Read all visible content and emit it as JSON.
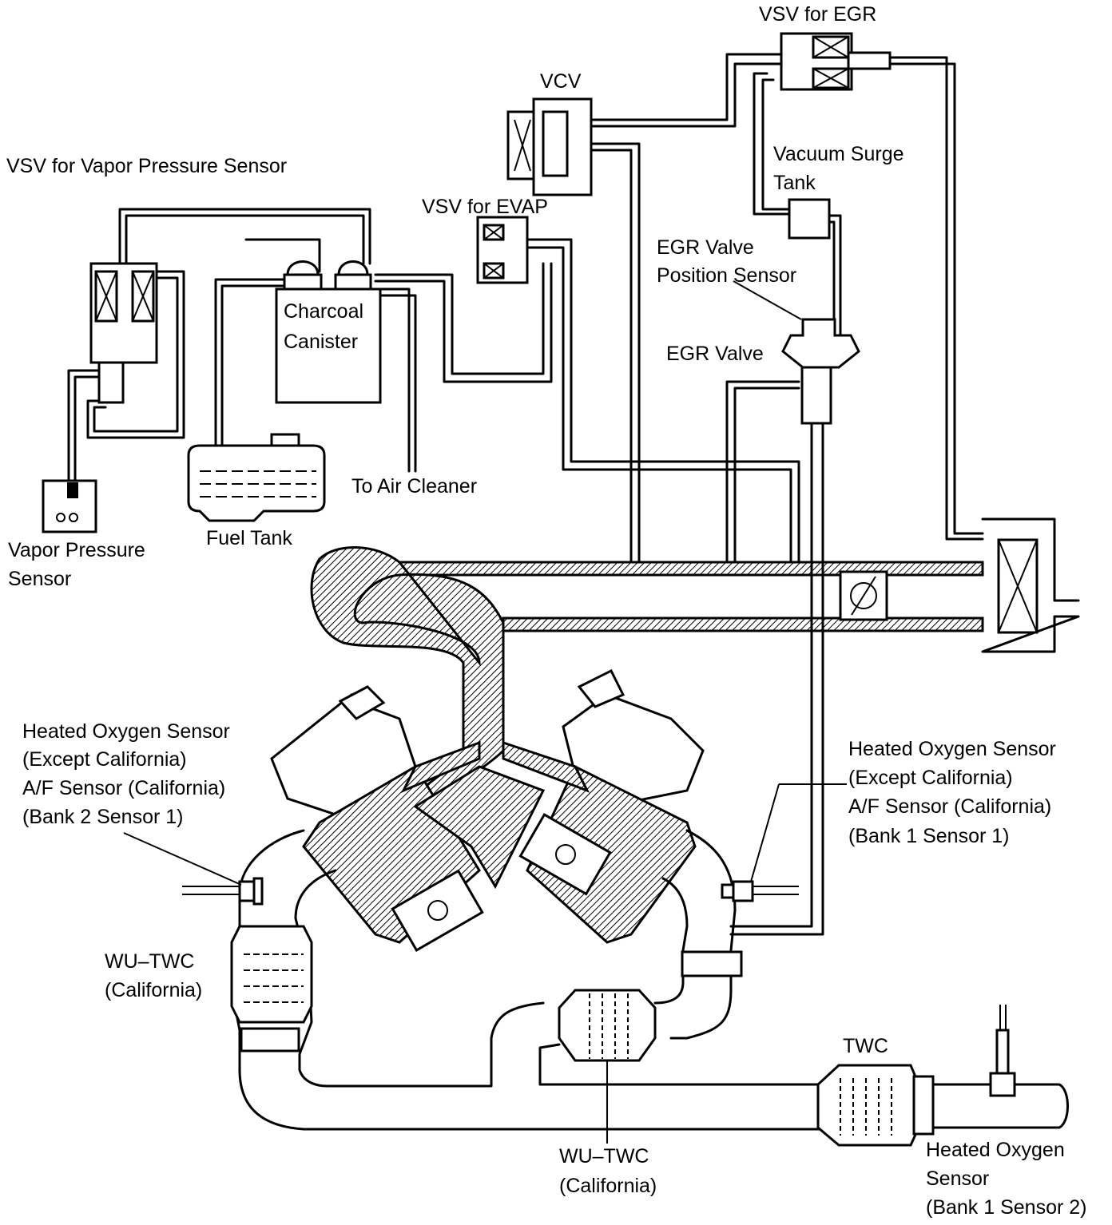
{
  "labels": {
    "vsv_egr": "VSV for EGR",
    "vcv": "VCV",
    "vsv_vapor": "VSV for Vapor Pressure Sensor",
    "vacuum_surge_1": "Vacuum Surge",
    "vacuum_surge_2": "Tank",
    "vsv_evap": "VSV for EVAP",
    "egr_pos_1": "EGR Valve",
    "egr_pos_2": "Position Sensor",
    "charcoal_1": "Charcoal",
    "charcoal_2": "Canister",
    "egr_valve": "EGR Valve",
    "to_air_cleaner": "To Air Cleaner",
    "fuel_tank": "Fuel Tank",
    "vapor_sensor_1": "Vapor Pressure",
    "vapor_sensor_2": "Sensor",
    "ho2_left_1": "Heated Oxygen Sensor",
    "ho2_left_2": "(Except California)",
    "ho2_left_3": "A/F Sensor (California)",
    "ho2_left_4": "(Bank 2 Sensor 1)",
    "ho2_right_1": "Heated Oxygen Sensor",
    "ho2_right_2": "(Except California)",
    "ho2_right_3": "A/F Sensor (California)",
    "ho2_right_4": "(Bank 1 Sensor 1)",
    "wutwc_left_1": "WU–TWC",
    "wutwc_left_2": "(California)",
    "twc": "TWC",
    "wutwc_bottom_1": "WU–TWC",
    "wutwc_bottom_2": "(California)",
    "ho2_bottom_1": "Heated Oxygen",
    "ho2_bottom_2": "Sensor",
    "ho2_bottom_3": "(Bank 1 Sensor 2)"
  }
}
